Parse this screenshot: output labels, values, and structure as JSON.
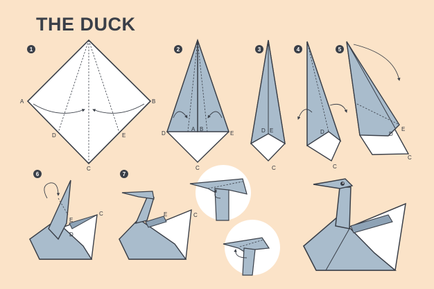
{
  "title": "THE DUCK",
  "colors": {
    "background": "#fbe3c8",
    "paper_blue": "#a9bccc",
    "paper_blue_dark": "#8ea3b6",
    "paper_white": "#ffffff",
    "outline": "#3a3f48",
    "circle_bg": "#ffffff"
  },
  "steps": [
    {
      "number": "1",
      "labels": {
        "a": "A",
        "b": "B",
        "c": "C",
        "d": "D",
        "e": "E"
      }
    },
    {
      "number": "2",
      "labels": {
        "a": "A",
        "b": "B",
        "c": "C",
        "d": "D",
        "e": "E"
      }
    },
    {
      "number": "3",
      "labels": {
        "c": "C",
        "d": "D",
        "e": "E"
      }
    },
    {
      "number": "4",
      "labels": {
        "c": "C",
        "d": "D"
      }
    },
    {
      "number": "5",
      "labels": {
        "c": "C",
        "d": "D",
        "e": "E"
      }
    },
    {
      "number": "6",
      "labels": {
        "c": "C",
        "d": "D",
        "e": "E"
      }
    },
    {
      "number": "7",
      "labels": {
        "c": "C",
        "e": "E"
      }
    }
  ],
  "icons": [
    "fold-arrow-icon",
    "duck-eye-icon"
  ]
}
